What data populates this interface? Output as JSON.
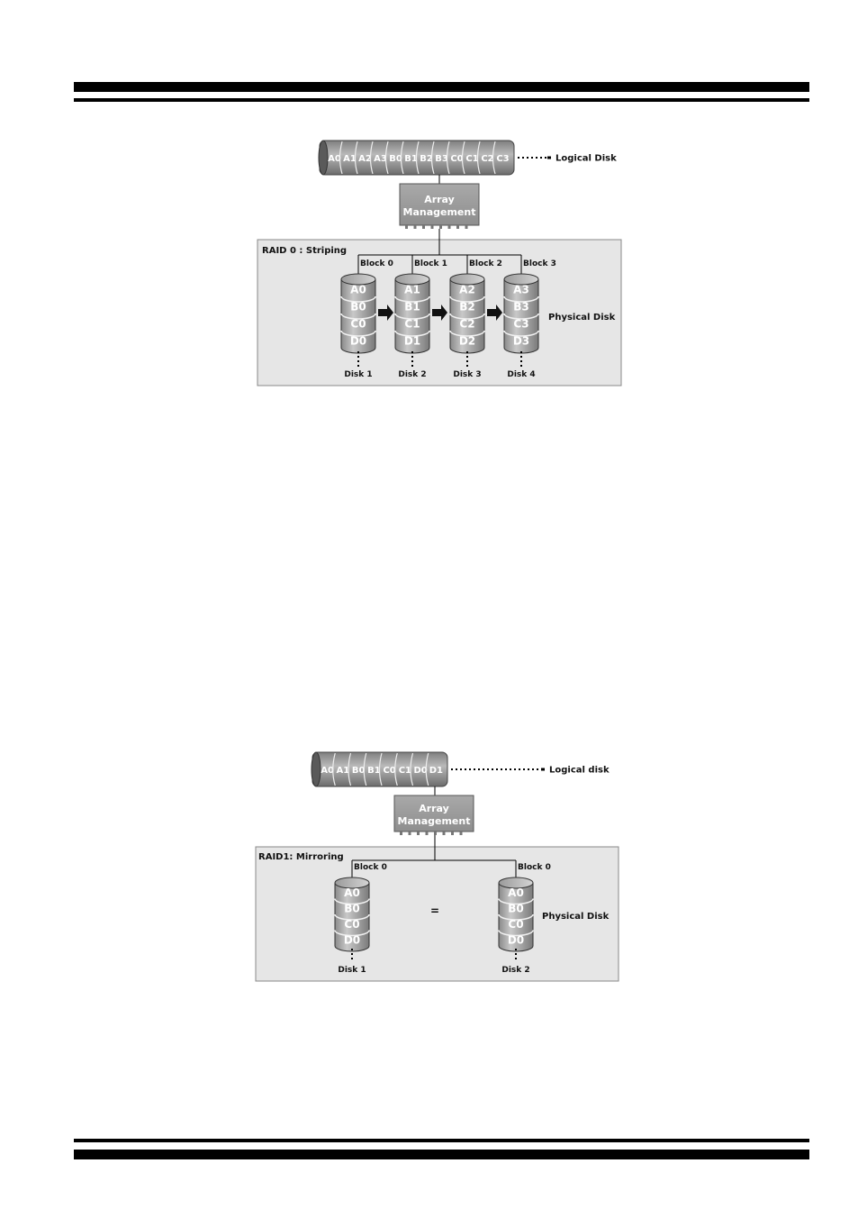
{
  "raid0": {
    "logical_cells": [
      "A0",
      "A1",
      "A2",
      "A3",
      "B0",
      "B1",
      "B2",
      "B3",
      "C0",
      "C1",
      "C2",
      "C3"
    ],
    "logical_label": "Logical Disk",
    "management_line1": "Array",
    "management_line2": "Management",
    "title": "RAID 0 : Striping",
    "physical_label": "Physical Disk",
    "disks": [
      {
        "block": "Block 0",
        "segments": [
          "A0",
          "B0",
          "C0",
          "D0"
        ],
        "label": "Disk 1"
      },
      {
        "block": "Block 1",
        "segments": [
          "A1",
          "B1",
          "C1",
          "D1"
        ],
        "label": "Disk 2"
      },
      {
        "block": "Block 2",
        "segments": [
          "A2",
          "B2",
          "C2",
          "D2"
        ],
        "label": "Disk 3"
      },
      {
        "block": "Block 3",
        "segments": [
          "A3",
          "B3",
          "C3",
          "D3"
        ],
        "label": "Disk 4"
      }
    ]
  },
  "raid1": {
    "logical_cells": [
      "A0",
      "A1",
      "B0",
      "B1",
      "C0",
      "C1",
      "D0",
      "D1"
    ],
    "logical_label": "Logical disk",
    "management_line1": "Array",
    "management_line2": "Management",
    "title": "RAID1: Mirroring",
    "physical_label": "Physical Disk",
    "equals": "=",
    "disks": [
      {
        "block": "Block 0",
        "segments": [
          "A0",
          "B0",
          "C0",
          "D0"
        ],
        "label": "Disk 1"
      },
      {
        "block": "Block 0",
        "segments": [
          "A0",
          "B0",
          "C0",
          "D0"
        ],
        "label": "Disk 2"
      }
    ]
  }
}
